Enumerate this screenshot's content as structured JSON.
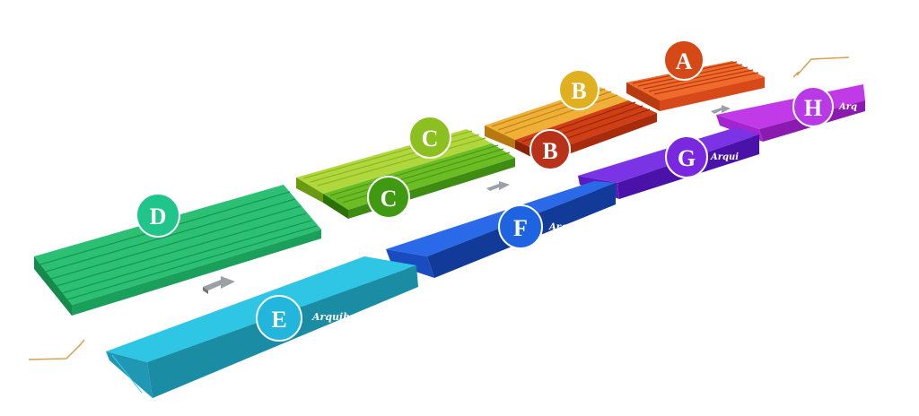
{
  "zones": [
    {
      "letter": "A",
      "color": "#e8501e",
      "badge_color": "#d64815"
    },
    {
      "letter": "B",
      "color": "#e6a52a",
      "badge_color": "#e0b020"
    },
    {
      "letter": "B",
      "color": "#c23a12",
      "badge_color": "#b8321a"
    },
    {
      "letter": "C",
      "color": "#9ccd2e",
      "badge_color": "#8cc020"
    },
    {
      "letter": "C",
      "color": "#5cac1e",
      "badge_color": "#3f9a12"
    },
    {
      "letter": "D",
      "color": "#24b56a",
      "badge_color": "#1fc58a"
    },
    {
      "letter": "E",
      "color": "#26b4d6",
      "badge_color": "#22b6dc"
    },
    {
      "letter": "F",
      "color": "#1e5ad8",
      "badge_color": "#1e64e0"
    },
    {
      "letter": "G",
      "color": "#6a2ad8",
      "badge_color": "#7a28e0"
    },
    {
      "letter": "H",
      "color": "#b22ae0",
      "badge_color": "#b83ae6"
    }
  ],
  "labels": {
    "e_text": "Arquib",
    "f_text": "Arqu",
    "g_text": "Arqui",
    "h_text": "Arq"
  },
  "colors": {
    "accent_line": "#c89a4a",
    "arrow": "#9aa0a6"
  }
}
